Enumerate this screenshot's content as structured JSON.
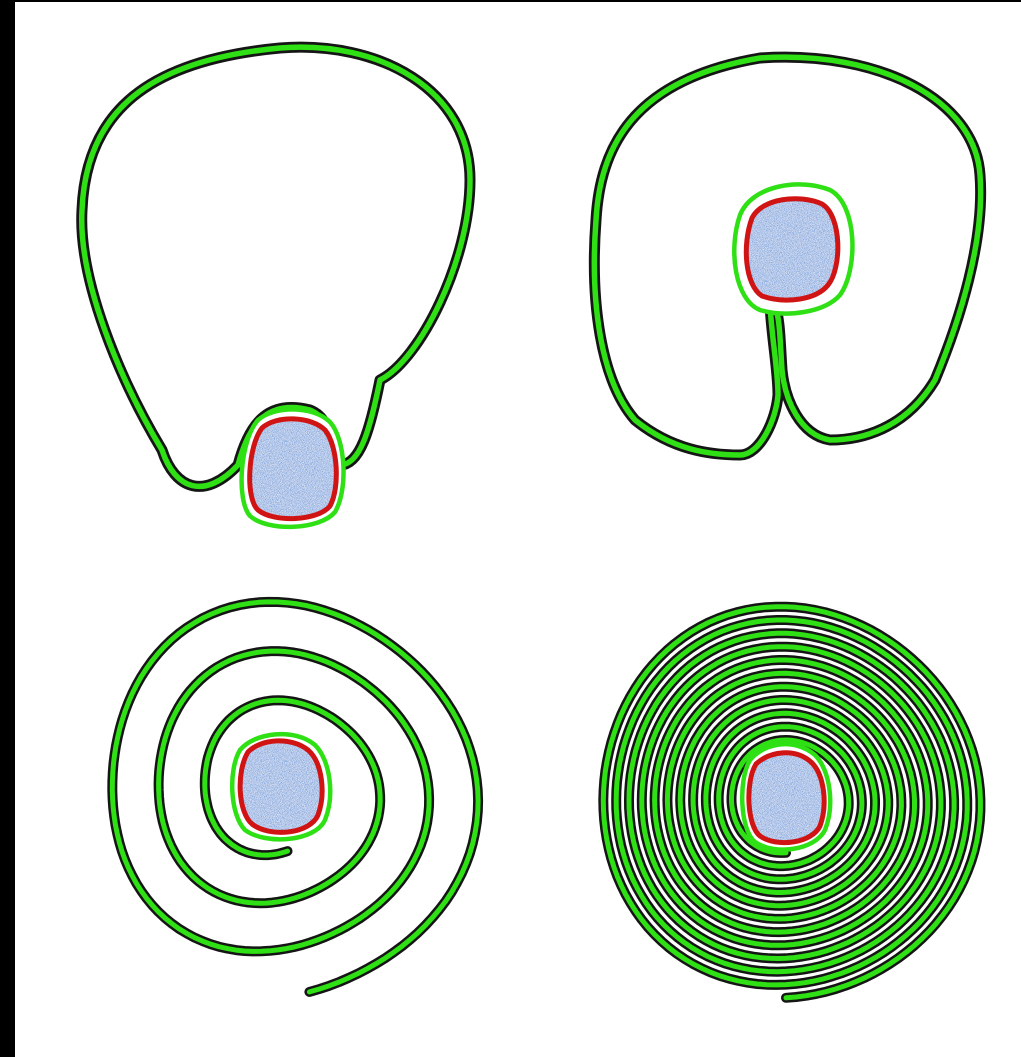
{
  "figure": {
    "panels": [
      {
        "id": "top-left",
        "description_shape": "outer contour with core at bottom",
        "spiral_turns": 0
      },
      {
        "id": "top-right",
        "description_shape": "outer contour folded inward with core near center",
        "spiral_turns": 1
      },
      {
        "id": "bottom-left",
        "description_shape": "spiral contour",
        "spiral_turns": 3
      },
      {
        "id": "bottom-right",
        "description_shape": "tight spiral contour",
        "spiral_turns": 11
      }
    ],
    "colors": {
      "background": "#000000",
      "panel": "#ffffff",
      "contour_dark": "#151515",
      "contour_highlight": "#2ee014",
      "core_ring": "#d01414",
      "core_fill": "#3a86d6"
    }
  }
}
